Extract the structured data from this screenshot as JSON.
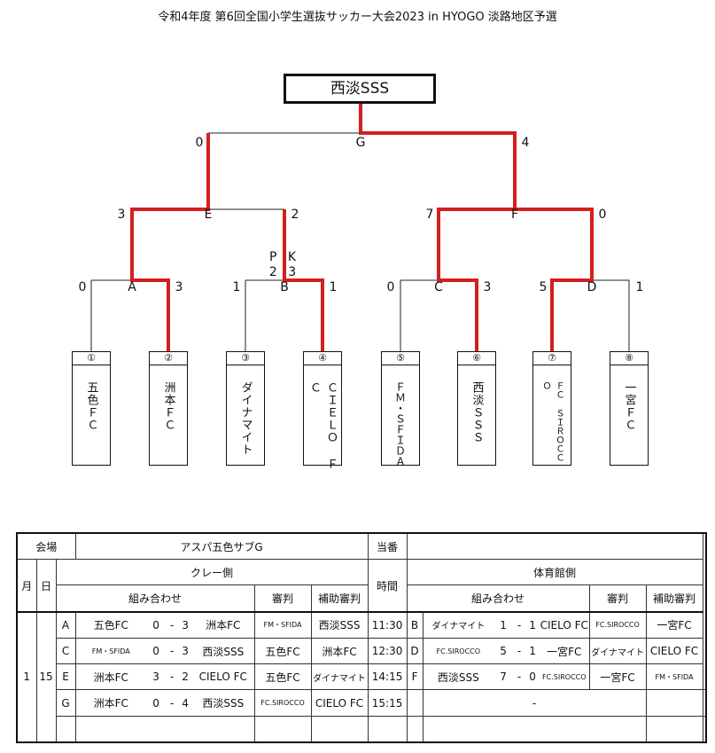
{
  "title": "令和4年度 第6回全国小学生選抜サッカー大会2023 in HYOGO 淡路地区予選",
  "champion": "西淡SSS",
  "bracket": {
    "final": {
      "code": "G",
      "left": "0",
      "right": "4"
    },
    "semi_left": {
      "code": "E",
      "left": "3",
      "right": "2"
    },
    "semi_right": {
      "code": "F",
      "left": "7",
      "right": "0"
    },
    "pk_label": "P K",
    "pk_score": "2 3",
    "r1": [
      {
        "code": "A",
        "left": "0",
        "right": "3"
      },
      {
        "code": "B",
        "left": "1",
        "right": "1"
      },
      {
        "code": "C",
        "left": "0",
        "right": "3"
      },
      {
        "code": "D",
        "left": "5",
        "right": "1"
      }
    ]
  },
  "teams": [
    {
      "num": "①",
      "name": "五色ＦＣ"
    },
    {
      "num": "②",
      "name": "洲本ＦＣ"
    },
    {
      "num": "③",
      "name": "ダイナマイト"
    },
    {
      "num": "④",
      "name": "ＣＩＥＬＯ ＦＣ"
    },
    {
      "num": "⑤",
      "name": "ＦＭ・ＳＦＩＤＡ"
    },
    {
      "num": "⑥",
      "name": "西淡ＳＳＳ"
    },
    {
      "num": "⑦",
      "name": "ＦＣ ＳＩＲＯＣＣＯ"
    },
    {
      "num": "⑧",
      "name": "一宮ＦＣ"
    }
  ],
  "schedule": {
    "venue_label": "会場",
    "venue": "アスパ五色サブG",
    "duty_label": "当番",
    "month_label": "月",
    "day_label": "日",
    "clay_side": "クレー側",
    "gym_side": "体育館側",
    "matchup_label": "組み合わせ",
    "referee_label": "審判",
    "assist_label": "補助審判",
    "time_label": "時間",
    "month": "1",
    "day": "15",
    "rows": [
      {
        "code": "A",
        "home": "五色FC",
        "hs": "0",
        "dash": "-",
        "as": "3",
        "away": "洲本FC",
        "ref": "FM・SFIDA",
        "asst": "西淡SSS",
        "time": "11:30",
        "code2": "B",
        "home2": "ダイナマイト",
        "hs2": "1",
        "dash2": "-",
        "as2": "1",
        "away2": "CIELO FC",
        "ref2": "FC.SIROCCO",
        "asst2": "一宮FC"
      },
      {
        "code": "C",
        "home": "FM・SFIDA",
        "hs": "0",
        "dash": "-",
        "as": "3",
        "away": "西淡SSS",
        "ref": "五色FC",
        "asst": "洲本FC",
        "time": "12:30",
        "code2": "D",
        "home2": "FC.SIROCCO",
        "hs2": "5",
        "dash2": "-",
        "as2": "1",
        "away2": "一宮FC",
        "ref2": "ダイナマイト",
        "asst2": "CIELO FC"
      },
      {
        "code": "E",
        "home": "洲本FC",
        "hs": "3",
        "dash": "-",
        "as": "2",
        "away": "CIELO FC",
        "ref": "五色FC",
        "asst": "ダイナマイト",
        "time": "14:15",
        "code2": "F",
        "home2": "西淡SSS",
        "hs2": "7",
        "dash2": "-",
        "as2": "0",
        "away2": "FC.SIROCCO",
        "ref2": "一宮FC",
        "asst2": "FM・SFIDA"
      },
      {
        "code": "G",
        "home": "洲本FC",
        "hs": "0",
        "dash": "-",
        "as": "4",
        "away": "西淡SSS",
        "ref": "FC.SIROCCO",
        "asst": "CIELO FC",
        "time": "15:15",
        "code2": "",
        "home2": "",
        "hs2": "",
        "dash2": "-",
        "as2": "",
        "away2": "",
        "ref2": "",
        "asst2": ""
      }
    ]
  },
  "colors": {
    "win_line": "#d41f1f",
    "line": "#222222"
  }
}
